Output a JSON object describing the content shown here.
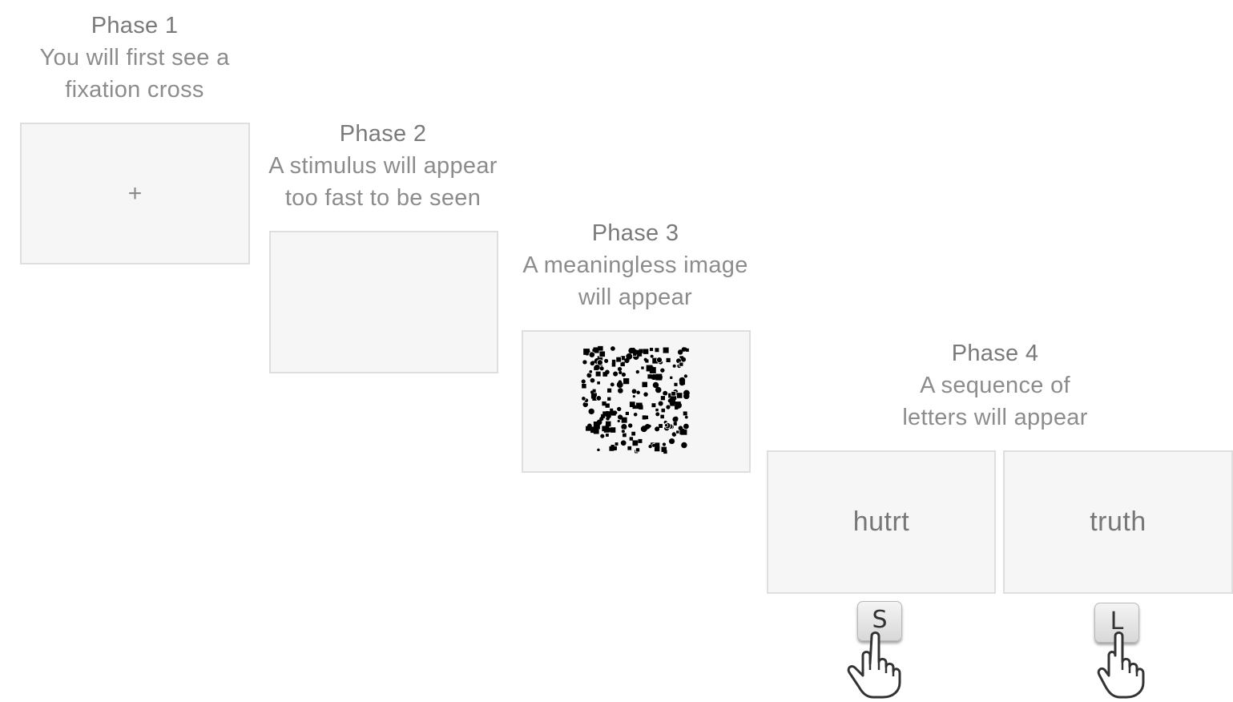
{
  "phase1": {
    "title": "Phase 1",
    "lines": [
      "You will first see a",
      "fixation cross"
    ],
    "screen_symbol": "+"
  },
  "phase2": {
    "title": "Phase 2",
    "lines": [
      "A stimulus will appear",
      "too fast to be seen"
    ]
  },
  "phase3": {
    "title": "Phase 3",
    "lines": [
      "A meaningless image",
      "will appear"
    ],
    "screen_image": "random-dot-mask"
  },
  "phase4": {
    "title": "Phase 4",
    "lines": [
      "A sequence of",
      "letters will appear"
    ],
    "left_word": "hutrt",
    "right_word": "truth",
    "left_key": "S",
    "right_key": "L",
    "key_icon": "finger-press-icon"
  },
  "colors": {
    "screen_bg": "#f6f6f6",
    "screen_border": "#dedede",
    "text": "#8c8c8c"
  }
}
